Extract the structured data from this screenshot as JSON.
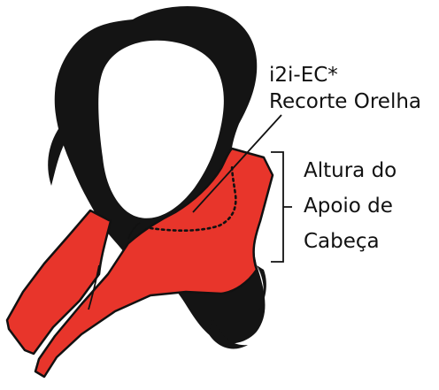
{
  "callout": {
    "line1": "i2i-EC*",
    "line2": "Recorte Orelha"
  },
  "dimension": {
    "line1": "Altura do",
    "line2": "Apoio de",
    "line3": "Cabeça"
  },
  "colors": {
    "hair": "#141414",
    "head_support": "#e8352b",
    "outline": "#111111",
    "background": "#ffffff"
  }
}
